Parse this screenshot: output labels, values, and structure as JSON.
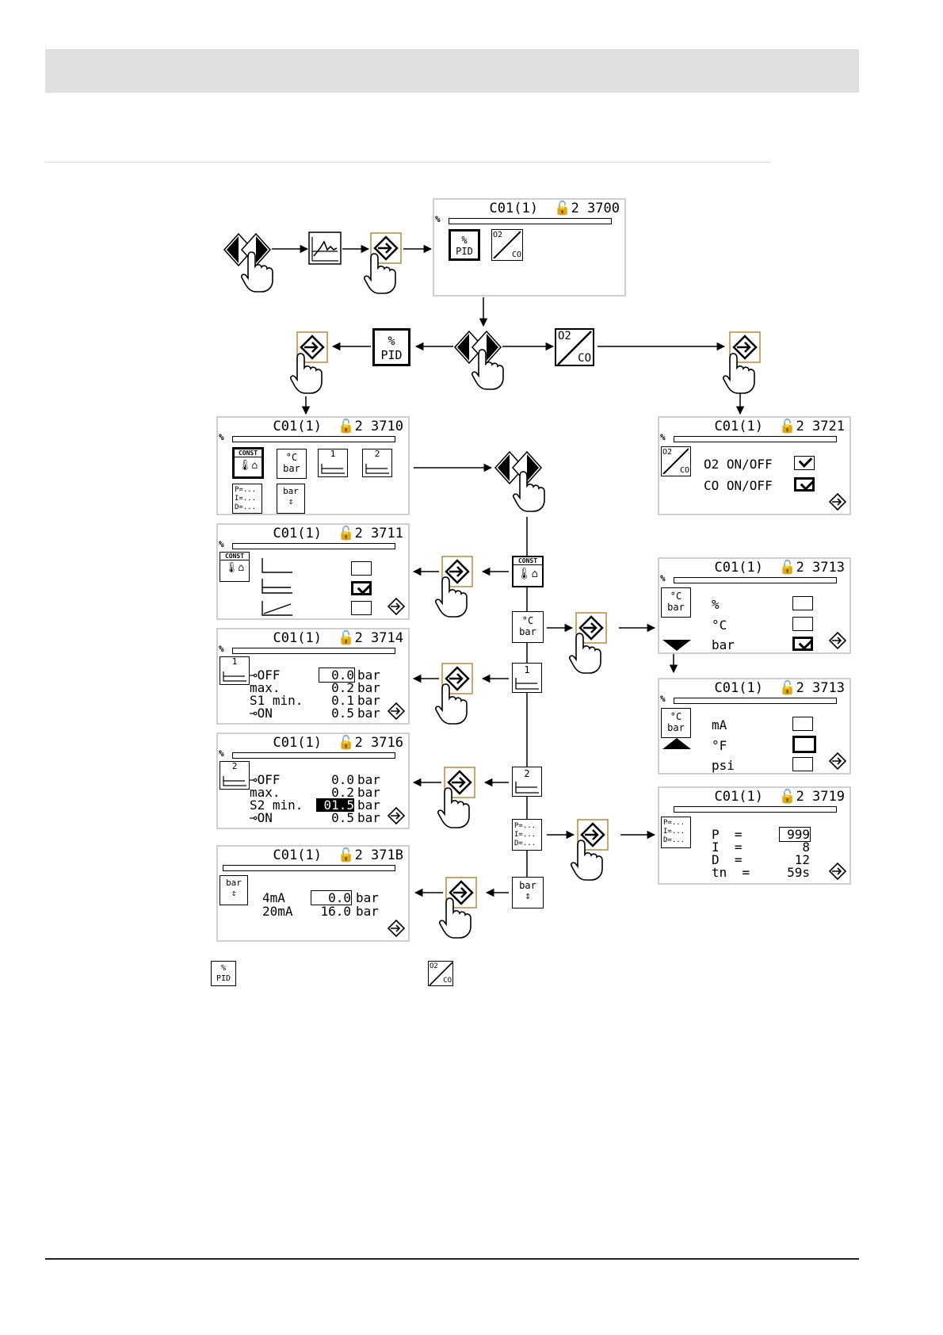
{
  "screen_3700": {
    "header": "C01(1)  🔓2 3700"
  },
  "screen_3710": {
    "header": "C01(1)  🔓2 3710"
  },
  "screen_3711": {
    "header": "C01(1)  🔓2 3711"
  },
  "screen_3714": {
    "header": "C01(1)  🔓2 3714",
    "rows": [
      {
        "label": "OFF",
        "value": "0.0",
        "unit": "bar"
      },
      {
        "label": "max.",
        "value": "0.2",
        "unit": "bar"
      },
      {
        "label": "S1 min.",
        "value": "0.1",
        "unit": "bar"
      },
      {
        "label": "ON",
        "value": "0.5",
        "unit": "bar"
      }
    ]
  },
  "screen_3716": {
    "header": "C01(1)  🔓2 3716",
    "rows": [
      {
        "label": "OFF",
        "value": "0.0",
        "unit": "bar"
      },
      {
        "label": "max.",
        "value": "0.2",
        "unit": "bar"
      },
      {
        "label": "S2 min.",
        "value": "01.5",
        "unit": "bar"
      },
      {
        "label": "ON",
        "value": "0.5",
        "unit": "bar"
      }
    ]
  },
  "screen_371B": {
    "header": "C01(1)  🔓2 371B",
    "rows": [
      {
        "label": "4mA",
        "value": "0.0",
        "unit": "bar"
      },
      {
        "label": "20mA",
        "value": "16.0",
        "unit": "bar"
      }
    ]
  },
  "screen_3721": {
    "header": "C01(1)  🔓2 3721",
    "rows": [
      {
        "label": "O2 ON/OFF"
      },
      {
        "label": "CO ON/OFF"
      }
    ]
  },
  "screen_3713a": {
    "header": "C01(1)  🔓2 3713",
    "rows": [
      {
        "label": "%"
      },
      {
        "label": "°C"
      },
      {
        "label": "bar"
      }
    ]
  },
  "screen_3713b": {
    "header": "C01(1)  🔓2 3713",
    "rows": [
      {
        "label": "mA"
      },
      {
        "label": "°F"
      },
      {
        "label": "psi"
      }
    ]
  },
  "screen_3719": {
    "header": "C01(1)  🔓2 3719",
    "rows": [
      {
        "label": "P  =",
        "value": "999"
      },
      {
        "label": "I  =",
        "value": "8"
      },
      {
        "label": "D  =",
        "value": "12"
      },
      {
        "label": "tn  =",
        "value": "59s"
      }
    ]
  },
  "icons": {
    "pct": "%",
    "pid": "PID",
    "o2": "O2",
    "co": "CO",
    "const": "CONST",
    "deg_c": "°C",
    "bar": "bar",
    "stage1": "1",
    "stage2": "2",
    "pid_params": "P=...\nI=...\nD=..."
  }
}
